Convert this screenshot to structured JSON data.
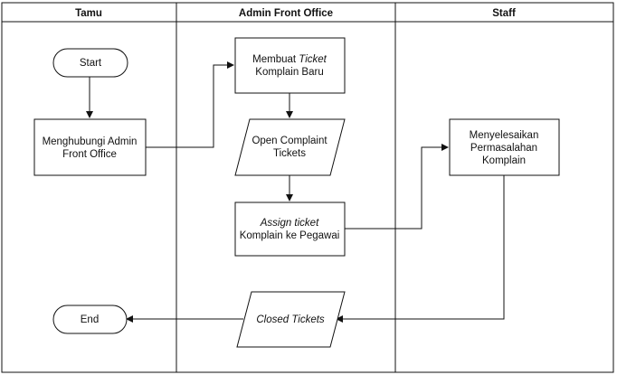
{
  "lanes": {
    "tamu": "Tamu",
    "admin": "Admin Front Office",
    "staff": "Staff"
  },
  "nodes": {
    "start": "Start",
    "hubungi_line1": "Menghubungi Admin",
    "hubungi_line2": "Front Office",
    "buat_prefix": "Membuat ",
    "buat_italic": "Ticket",
    "buat_line2": "Komplain Baru",
    "open_line1": "Open Complaint",
    "open_line2": "Tickets",
    "assign_line1": "Assign ticket",
    "assign_line2": "Komplain ke Pegawai",
    "selesai_line1": "Menyelesaikan",
    "selesai_line2": "Permasalahan",
    "selesai_line3": "Komplain",
    "closed": "Closed Tickets",
    "end": "End"
  },
  "colors": {
    "stroke": "#111111",
    "fill": "#ffffff",
    "text": "#111111"
  }
}
